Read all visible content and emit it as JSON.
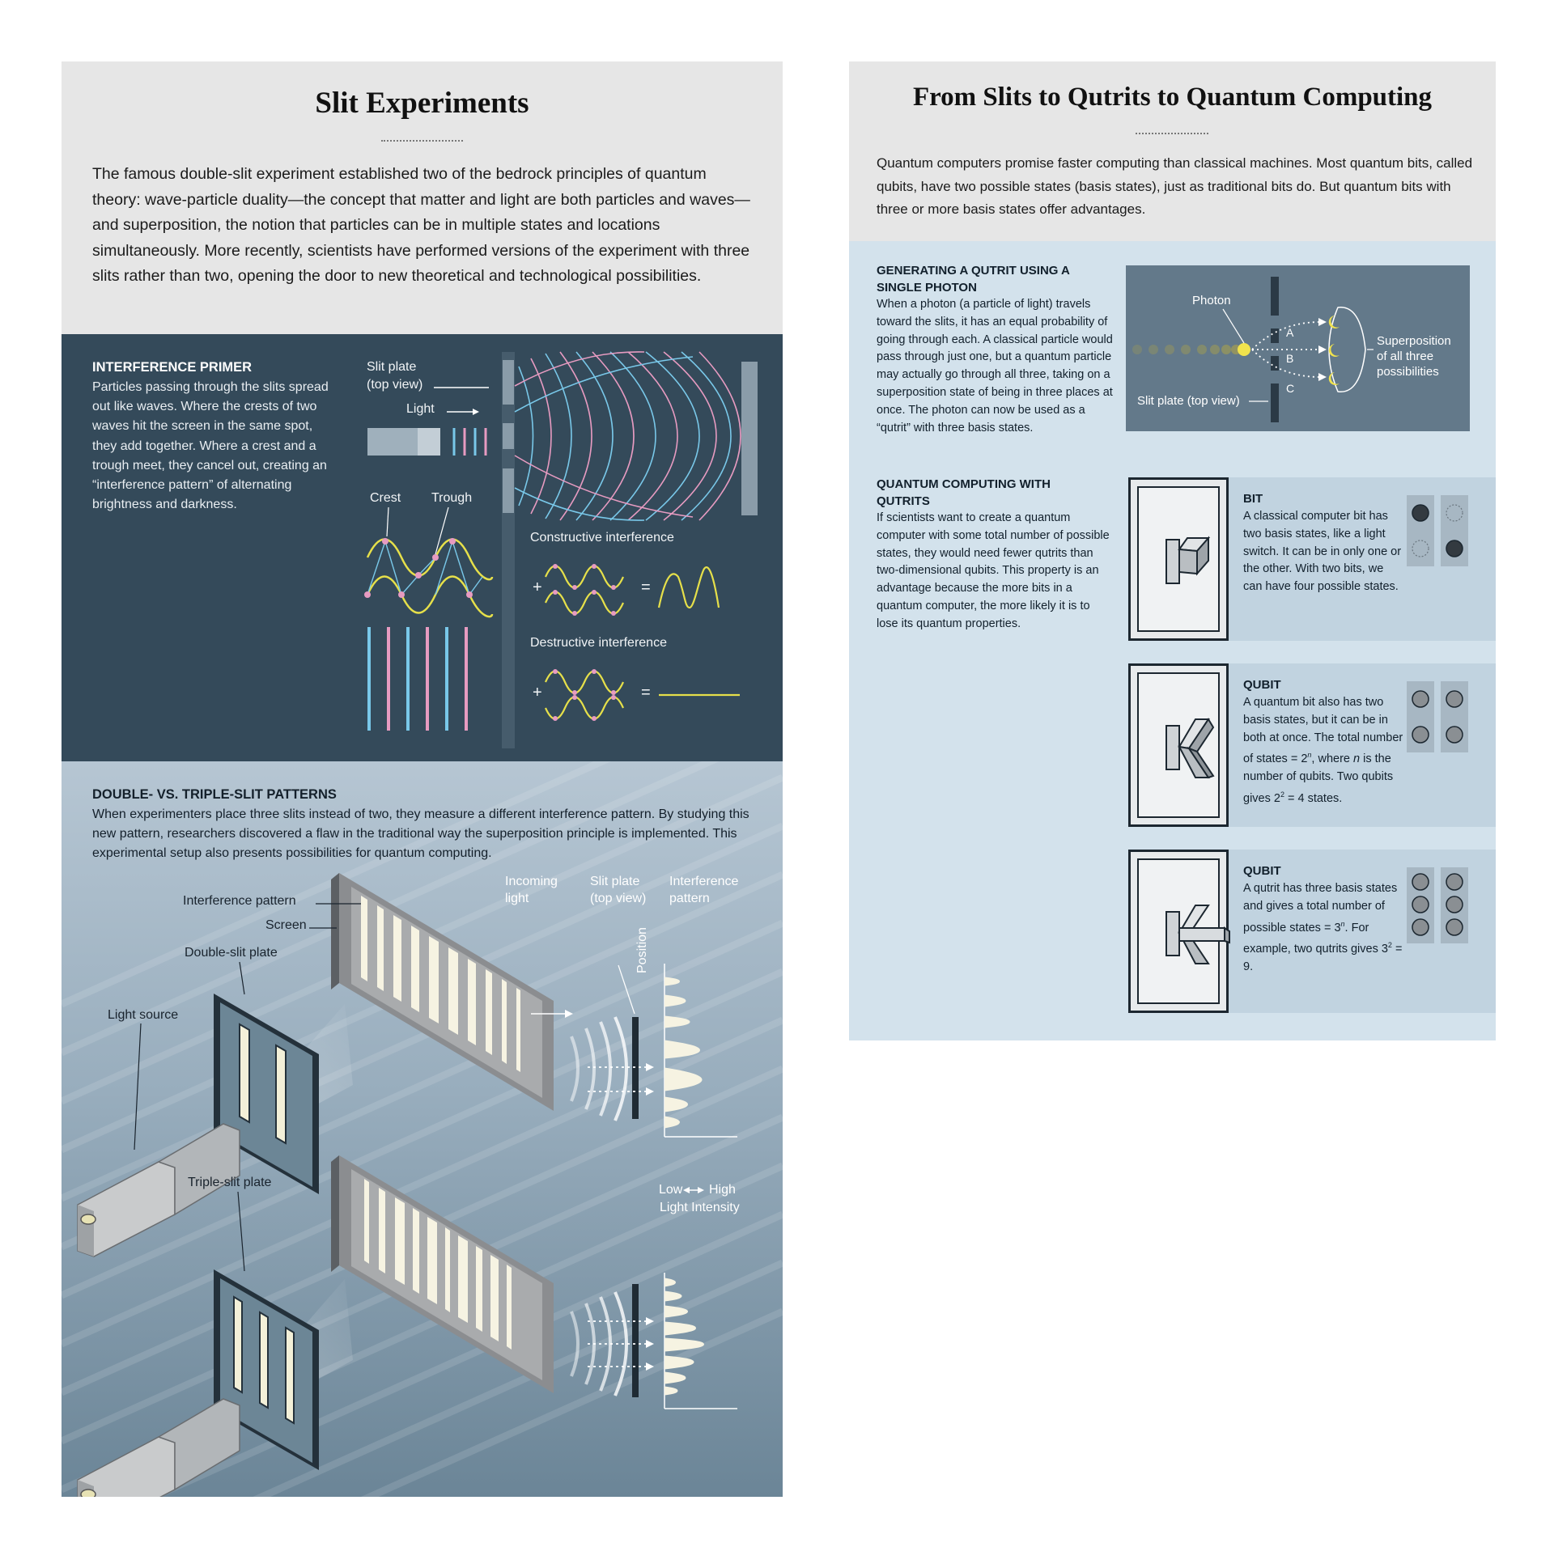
{
  "left": {
    "title": "Slit Experiments",
    "intro": "The famous double-slit experiment established two of the bedrock principles of quantum theory: wave-particle duality—the concept that matter and light are both particles and waves—and superposition, the notion that particles can be in multiple states and locations simultaneously. More recently, scientists have performed versions of the experiment with three slits rather than two, opening the door to new theoretical and technological possibilities.",
    "primer": {
      "heading": "INTERFERENCE PRIMER",
      "text": "Particles passing through the slits spread out like waves. Where the crests of two waves hit the screen in the same spot, they add together. Where a crest and a trough meet, they cancel out, creating an “interference pattern” of alternating brightness and darkness.",
      "labels": {
        "slit_plate_1": "Slit plate",
        "slit_plate_2": "(top view)",
        "light": "Light",
        "crest": "Crest",
        "trough": "Trough",
        "constructive": "Constructive interference",
        "destructive": "Destructive interference",
        "plus": "+",
        "equals": "="
      }
    },
    "patterns": {
      "heading": "DOUBLE- VS. TRIPLE-SLIT PATTERNS",
      "text": "When experimenters place three slits instead of two, they measure a different interference pattern. By studying this new pattern, researchers discovered a flaw in the traditional way the superposition principle is implemented. This experimental setup also presents possibilities for quantum computing.",
      "labels": {
        "interference_pattern": "Interference pattern",
        "screen": "Screen",
        "double_slit_plate": "Double-slit plate",
        "light_source": "Light source",
        "triple_slit_plate": "Triple-slit plate",
        "incoming_1": "Incoming",
        "incoming_2": "light",
        "slitplate_1": "Slit plate",
        "slitplate_2": "(top view)",
        "pattern_1": "Interference",
        "pattern_2": "pattern",
        "position": "Position",
        "low": "Low",
        "high": "High",
        "light_intensity": "Light Intensity"
      }
    }
  },
  "right": {
    "title": "From Slits to Qutrits to Quantum Computing",
    "intro": "Quantum computers promise faster computing than classical machines. Most quantum bits, called qubits, have two possible states (basis states), just as traditional bits do. But quantum bits with three or more basis states offer advantages.",
    "qutrit": {
      "heading_1": "GENERATING A QUTRIT USING A",
      "heading_2": "SINGLE PHOTON",
      "text": "When a photon (a particle of light) travels toward the slits, it has an equal probability of going through each. A classical particle would pass through just one, but a quantum particle may actually go through all three, taking on a superposition state of being in three places at once. The photon can now be used as a “qutrit” with three basis states.",
      "labels": {
        "photon": "Photon",
        "a": "A",
        "b": "B",
        "c": "C",
        "slit_plate": "Slit plate (top view)",
        "superposition_1": "Superposition",
        "superposition_2": "of all three",
        "superposition_3": "possibilities"
      }
    },
    "computing": {
      "heading_1": "QUANTUM COMPUTING WITH",
      "heading_2": "QUTRITS",
      "text": "If scientists want to create a quantum computer with some total number of possible states, they would need fewer qutrits than two-dimensional qubits. This property is an advantage because the more bits in a quantum computer, the more likely it is to lose its quantum properties."
    },
    "cards": [
      {
        "heading": "BIT",
        "text": "A classical computer bit has two basis states, like a light switch. It can be in only one or the other. With two bits, we can have four possible states."
      },
      {
        "heading": "QUBIT",
        "text_html_parts": [
          "A quantum bit also has two basis states, but it can be in both at once. The total number of states = 2",
          "n",
          ", where ",
          "n",
          " is the number of qubits. Two qubits gives 2",
          "2",
          " = 4 states."
        ]
      },
      {
        "heading": "QUBIT",
        "text_html_parts": [
          "A qutrit has three basis states and gives a total number of possible states = 3",
          "n",
          ". For example, two qutrits gives 3",
          "2",
          " = 9."
        ]
      }
    ]
  },
  "colors": {
    "primer_bg": "#344a5a",
    "pink_wave": "#e79bc1",
    "cyan_wave": "#79c8e9",
    "yellow_wave": "#e6e04a",
    "photon_yellow": "#f1e34d",
    "right_body_bg": "#d3e2ec"
  }
}
